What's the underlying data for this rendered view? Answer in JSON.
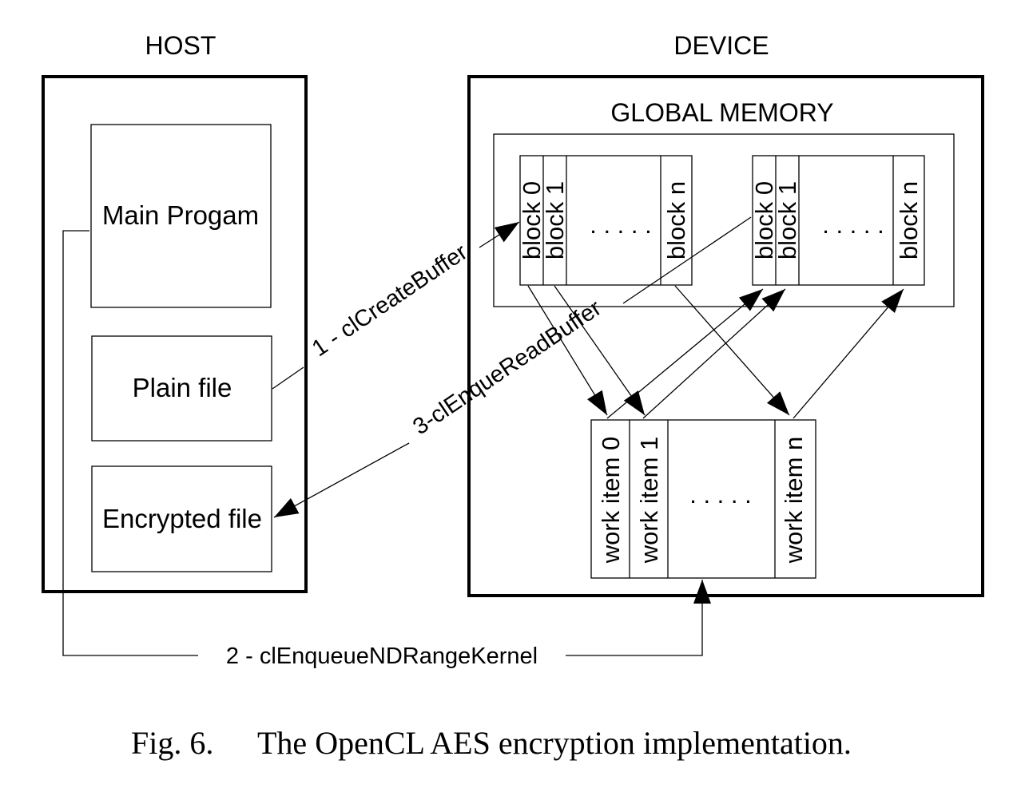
{
  "host": {
    "title": "HOST",
    "main_program": "Main Progam",
    "plain_file": "Plain file",
    "encrypted_file": "Encrypted file"
  },
  "device": {
    "title": "DEVICE",
    "global_memory": "GLOBAL MEMORY",
    "buffer_left": {
      "block_0": "block 0",
      "block_1": "block 1",
      "ellipsis": ". . . . .",
      "block_n": "block n"
    },
    "buffer_right": {
      "block_0": "block 0",
      "block_1": "block 1",
      "ellipsis": ". . . . .",
      "block_n": "block n"
    },
    "work_items": {
      "item_0": "work item 0",
      "item_1": "work item 1",
      "ellipsis": ". . . . .",
      "item_n": "work item n"
    }
  },
  "edges": {
    "create_buffer": "1 - clCreateBuffer",
    "ndrange_kernel": "2 - clEnqueueNDRangeKernel",
    "read_buffer": "3-clEnqueReadBuffer"
  },
  "caption": {
    "number": "Fig. 6.",
    "text": "The OpenCL AES encryption implementation."
  }
}
